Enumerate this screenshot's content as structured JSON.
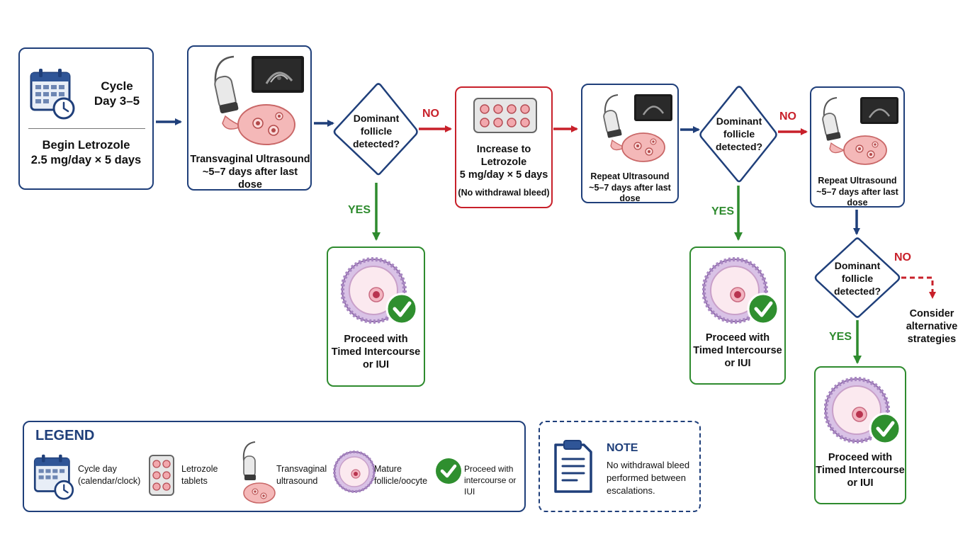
{
  "start": {
    "title": "Cycle\nDay 3–5",
    "dose": "Begin Letrozole\n2.5 mg/day × 5 days"
  },
  "ultrasound1": {
    "label": "Transvaginal Ultrasound\n~5–7 days after last dose"
  },
  "decision1": {
    "label": "Dominant\nfollicle\ndetected?"
  },
  "increase": {
    "label": "Increase to\nLetrozole\n5 mg/day × 5 days",
    "note": "(No withdrawal bleed)"
  },
  "ultrasound2": {
    "label": "Repeat Ultrasound\n~5–7 days after last dose"
  },
  "decision2": {
    "label": "Dominant\nfollicle\ndetected?"
  },
  "ultrasound3": {
    "label": "Repeat Ultrasound\n~5–7 days after last dose"
  },
  "decision3": {
    "label": "Dominant\nfollicle\ndetected?"
  },
  "proceed": {
    "label": "Proceed with\nTimed Intercourse\nor IUI"
  },
  "alternative": {
    "label": "Consider\nalternative\nstrategies"
  },
  "arrows": {
    "no": "NO",
    "yes": "YES"
  },
  "legend": {
    "title": "LEGEND",
    "items": [
      {
        "icon": "calendar-clock-icon",
        "label": "Cycle day\n(calendar/clock)"
      },
      {
        "icon": "tablets-icon",
        "label": "Letrozole\ntablets"
      },
      {
        "icon": "ultrasound-icon",
        "label": "Transvaginal\nultrasound"
      },
      {
        "icon": "follicle-icon",
        "label": "Mature\nfollicle/oocyte"
      },
      {
        "icon": "check-icon",
        "label": "Proceed with\nintercourse or IUI"
      }
    ]
  },
  "note": {
    "title": "NOTE",
    "text": "No withdrawal bleed\nperformed between\nescalations."
  },
  "colors": {
    "blue": "#1f3f7a",
    "red": "#c8202a",
    "green": "#2e8b2e",
    "tissue": "#f4b8b8"
  }
}
